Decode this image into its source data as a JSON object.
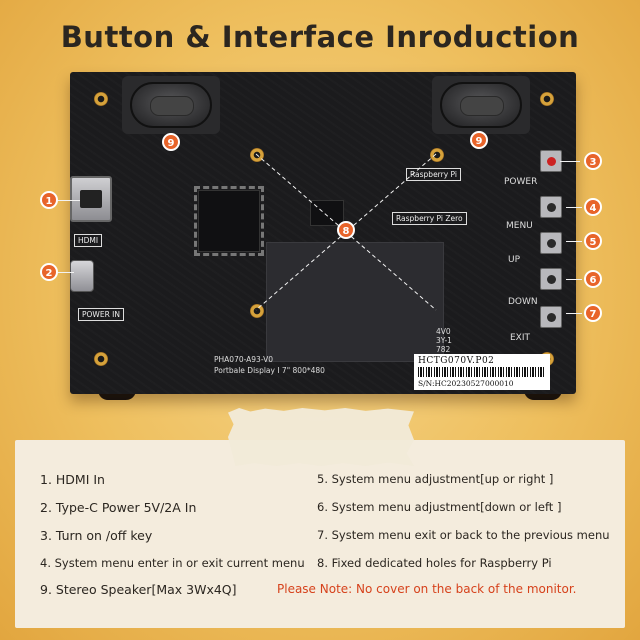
{
  "title": "Button & Interface Inroduction",
  "board": {
    "port_labels": {
      "hdmi": "HDMI",
      "power_in": "POWER IN"
    },
    "button_labels": {
      "power": "POWER",
      "menu": "MENU",
      "up": "UP",
      "down": "DOWN",
      "exit": "EXIT"
    },
    "silkscreen": {
      "raspberry_pi": "Raspberry Pi",
      "raspberry_pi_zero": "Raspberry Pi Zero",
      "model": "PHA070-A93-V0",
      "display": "Portbale Display  I  7\"  800*480",
      "codes": [
        "4V0",
        "3Y-1",
        "782"
      ]
    },
    "serial": {
      "code": "HCTG070V.P02",
      "sn": "S/N:HC20230527000010"
    },
    "badges": [
      "1",
      "2",
      "3",
      "4",
      "5",
      "6",
      "7",
      "8",
      "9",
      "9"
    ]
  },
  "legend": {
    "items": [
      "1. HDMI In",
      "2. Type-C Power 5V/2A In",
      "3. Turn on /off key",
      "4. System menu enter in or exit current menu",
      "5. System menu adjustment[up or right ]",
      "6. System menu adjustment[down or left ]",
      "7. System menu exit or back to the previous menu",
      "8. Fixed dedicated holes for Raspberry Pi",
      "9. Stereo Speaker[Max 3Wx4Q]"
    ],
    "note": "Please Note: No cover on the back of the monitor."
  },
  "colors": {
    "accent": "#e8642a",
    "note": "#d6421c",
    "background": "#eebf5e"
  }
}
